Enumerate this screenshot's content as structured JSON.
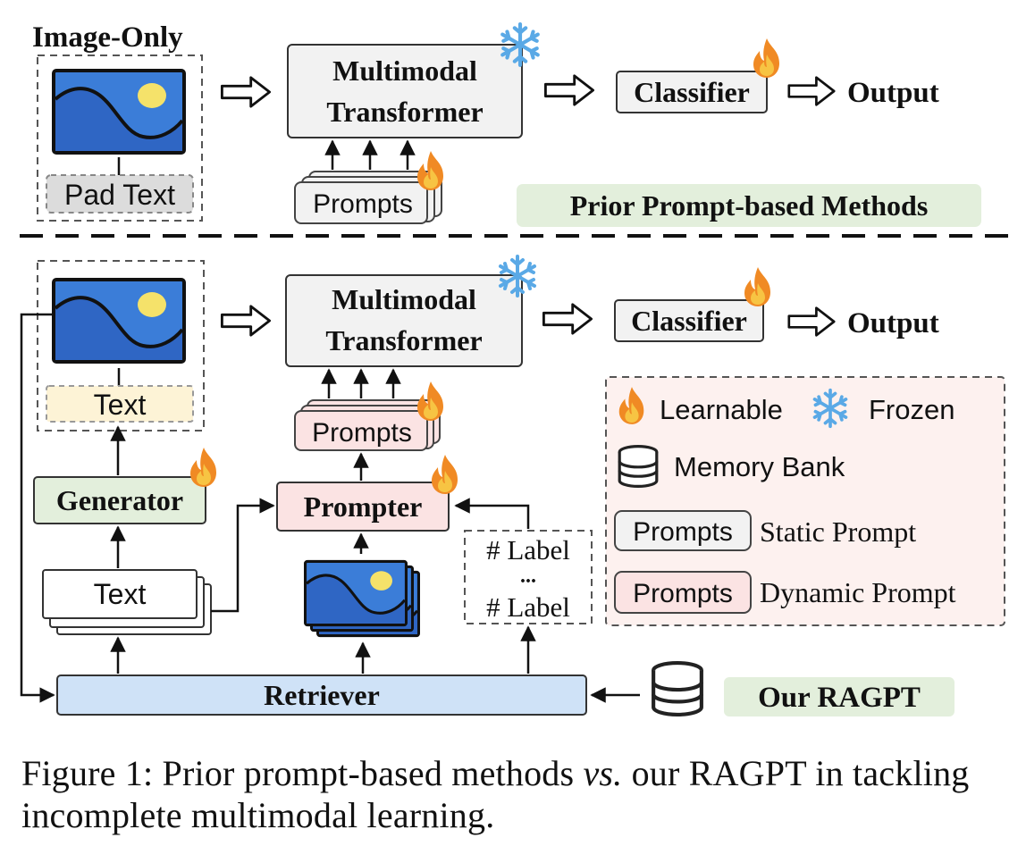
{
  "top": {
    "title": "Image-Only",
    "pad_text": "Pad Text",
    "transformer_line1": "Multimodal",
    "transformer_line2": "Transformer",
    "classifier": "Classifier",
    "output": "Output",
    "prompts": "Prompts",
    "banner": "Prior Prompt-based Methods"
  },
  "bottom": {
    "text_slot": "Text",
    "transformer_line1": "Multimodal",
    "transformer_line2": "Transformer",
    "classifier": "Classifier",
    "output": "Output",
    "prompts": "Prompts",
    "generator": "Generator",
    "prompter": "Prompter",
    "retrieved_text": "Text",
    "label_1": "# Label",
    "label_dots": "...",
    "label_2": "# Label",
    "retriever": "Retriever",
    "banner": "Our RAGPT"
  },
  "legend": {
    "learnable": "Learnable",
    "frozen": "Frozen",
    "memory_bank": "Memory Bank",
    "static_chip": "Prompts",
    "static_label": "Static Prompt",
    "dynamic_chip": "Prompts",
    "dynamic_label": "Dynamic Prompt"
  },
  "caption": {
    "prefix": "Figure 1: Prior prompt-based methods",
    "vs": "vs.",
    "suffix": "our RAGPT in tackling incomplete multimodal learning."
  },
  "colors": {
    "gray_box": "#f2f2f2",
    "green_box": "#e3efdc",
    "pink_box": "#fbe3e3",
    "blue_box": "#cfe2f7",
    "yellow_box": "#fdf3d6",
    "legend_bg": "#fdf1ef",
    "image_blue": "#3b7dd8",
    "sun_yellow": "#f5e26a",
    "flame_orange": "#f08a24",
    "snow_blue": "#5aa9e6"
  },
  "icons": [
    "image-icon",
    "flame-icon",
    "snowflake-icon",
    "database-icon",
    "arrow-icon"
  ]
}
